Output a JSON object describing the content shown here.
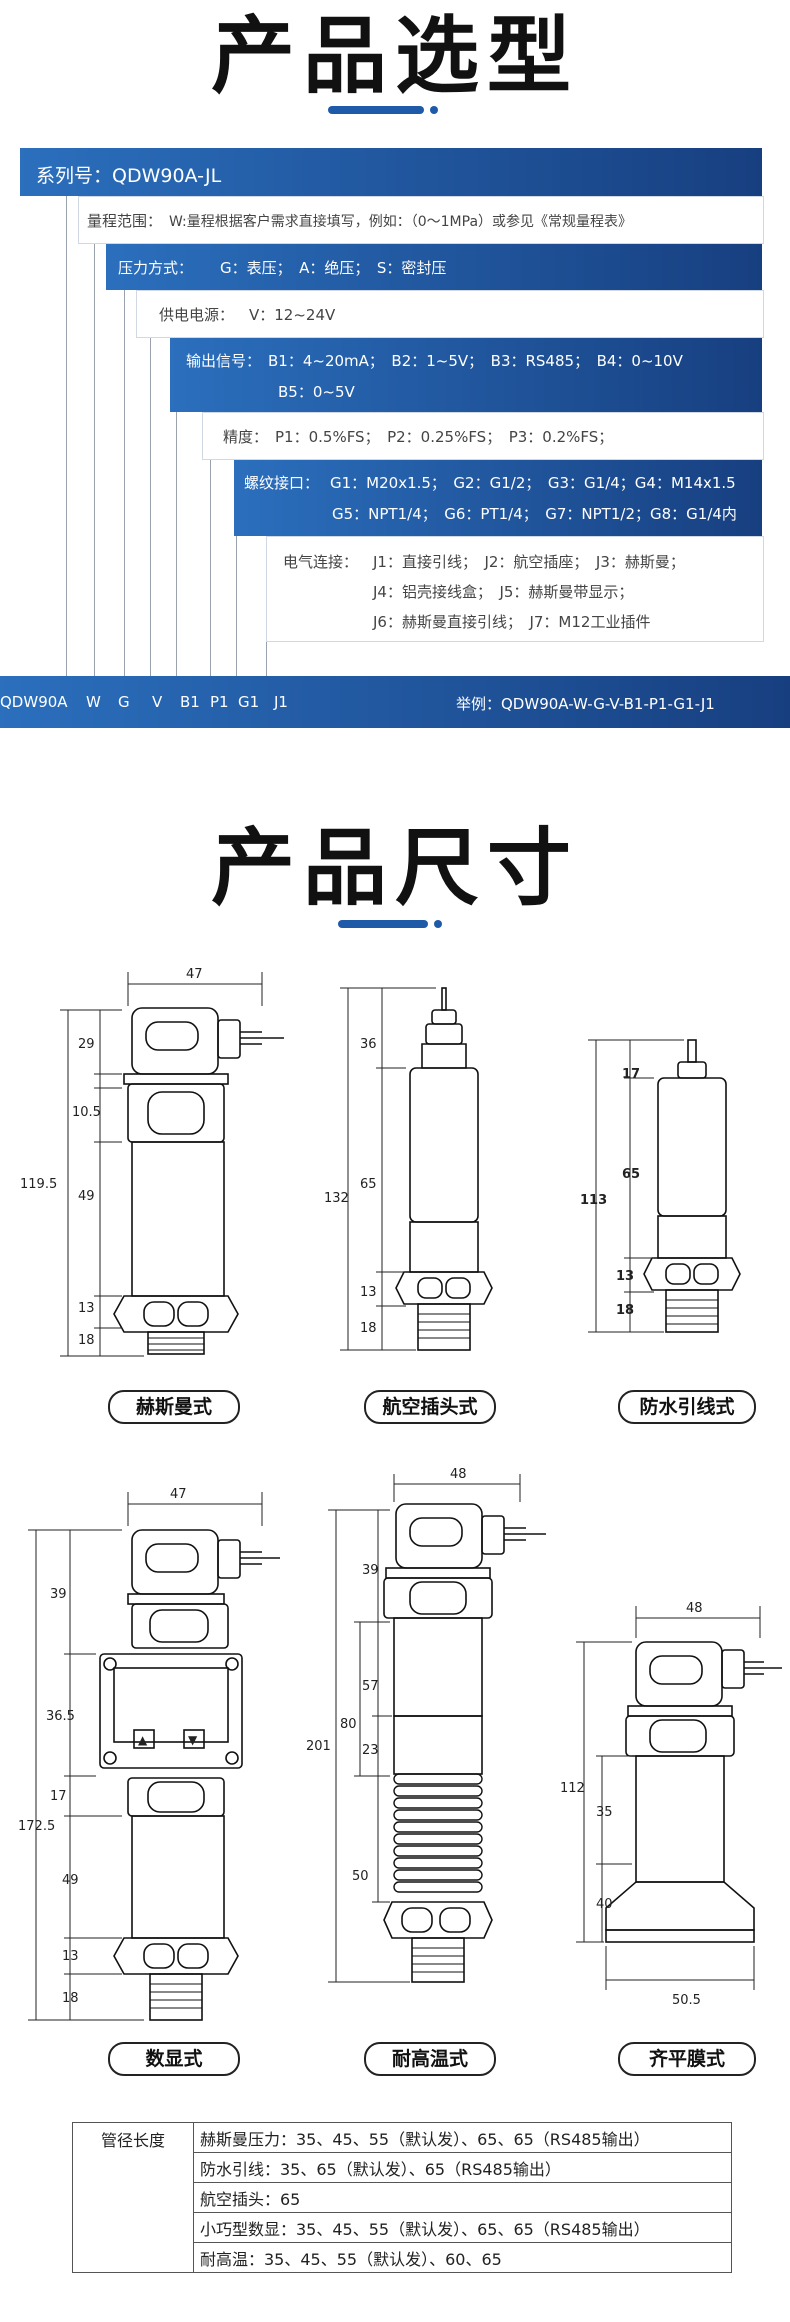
{
  "selection": {
    "title": "产品选型",
    "series": "系列号：QDW90A-JL",
    "rows": [
      {
        "label": "量程范围：",
        "text": "W:量程根据客户需求直接填写，例如：（0～1MPa）或参见《常规量程表》"
      },
      {
        "label": "压力方式：",
        "text": "G：表压；　A：绝压；　S：密封压"
      },
      {
        "label": "供电电源：",
        "text": "V：12~24V"
      },
      {
        "label": "输出信号：",
        "text": "B1：4~20mA；　B2：1~5V；　B3：RS485；　B4：0~10V",
        "text2": "B5：0~5V"
      },
      {
        "label": "精度：",
        "text": "P1：0.5%FS；　P2：0.25%FS；　P3：0.2%FS；"
      },
      {
        "label": "螺纹接口：",
        "text": "G1：M20x1.5；　G2：G1/2；　G3：G1/4；G4：M14x1.5",
        "text2": "G5：NPT1/4；　G6：PT1/4；　G7：NPT1/2；G8：G1/4内"
      },
      {
        "label": "电气连接：",
        "text": "J1：直接引线；　J2：航空插座；　J3：赫斯曼；",
        "text2": "J4：铝壳接线盒；　J5：赫斯曼带显示；",
        "text3": "J6：赫斯曼直接引线；　J7：M12工业插件"
      }
    ],
    "code_parts": [
      "QDW90A",
      "W",
      "G",
      "V",
      "B1",
      "P1",
      "G1",
      "J1"
    ],
    "example": "举例：QDW90A-W-G-V-B1-P1-G1-J1"
  },
  "dimensions": {
    "title": "产品尺寸",
    "figures": [
      {
        "name": "赫斯曼式",
        "width": "47",
        "dims": [
          "29",
          "10.5",
          "49",
          "13",
          "18"
        ],
        "total": "119.5"
      },
      {
        "name": "航空插头式",
        "dims": [
          "36",
          "65",
          "13",
          "18"
        ],
        "total": "132"
      },
      {
        "name": "防水引线式",
        "dims": [
          "17",
          "65",
          "13",
          "18"
        ],
        "total": "113"
      },
      {
        "name": "数显式",
        "width": "47",
        "dims": [
          "39",
          "36.5",
          "17",
          "49",
          "13",
          "18"
        ],
        "total": "172.5",
        "buttons": [
          "▲",
          "▼"
        ]
      },
      {
        "name": "耐高温式",
        "width": "48",
        "dims": [
          "39",
          "57",
          "23",
          "50"
        ],
        "mid": "80",
        "total": "201"
      },
      {
        "name": "齐平膜式",
        "width": "48",
        "dims": [
          "35",
          "40"
        ],
        "total": "112",
        "bottom": "50.5"
      }
    ]
  },
  "length_table": {
    "header": "管径长度",
    "rows": [
      "赫斯曼压力：35、45、55（默认发）、65、65（RS485输出）",
      "防水引线：35、65（默认发）、65（RS485输出）",
      "航空插头：65",
      "小巧型数显：35、45、55（默认发）、65、65（RS485输出）",
      "耐高温：35、45、55（默认发）、60、65"
    ]
  },
  "colors": {
    "accent": "#1e5aa8",
    "band_light": "#2b6fbd",
    "band_dark": "#173f80"
  }
}
